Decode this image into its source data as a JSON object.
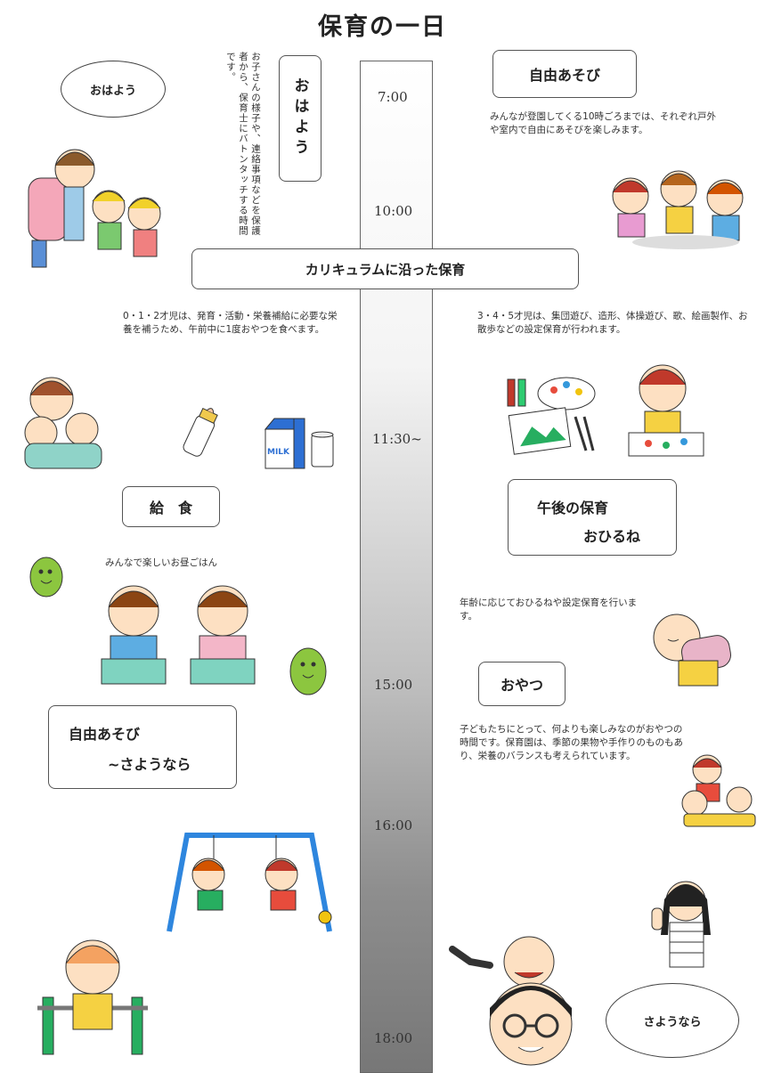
{
  "title": "保育の一日",
  "times": [
    "7:00",
    "10:00",
    "11:30~",
    "15:00",
    "16:00",
    "18:00"
  ],
  "greeting_bubble": "おはよう",
  "ohayou_box": "おはよう",
  "ohayou_note": "お子さんの様子や、連絡事項などを保護者から、保育士にバトンタッチする時間です。",
  "free_play_box": "自由あそび",
  "free_play_note": "みんなが登園してくる10時ごろまでは、それぞれ戸外や室内で自由にあそびを楽しみます。",
  "curriculum_box": "カリキュラムに沿った保育",
  "snack_note_left": "0・1・2才児は、発育・活動・栄養補給に必要な栄養を補うため、午前中に1度おやつを食べます。",
  "activity_note_right": "3・4・5才児は、集団遊び、造形、体操遊び、歌、絵画製作、お散歩などの設定保育が行われます。",
  "lunch_box": "給　食",
  "lunch_note": "みんなで楽しいお昼ごはん",
  "afternoon_box_line1": "午後の保育",
  "afternoon_box_line2": "おひるね",
  "nap_note": "年齢に応じておひるねや設定保育を行います。",
  "oyatsu_box": "おやつ",
  "oyatsu_note": "子どもたちにとって、何よりも楽しみなのがおやつの時間です。保育園は、季節の果物や手作りのものもあり、栄養のバランスも考えられています。",
  "evening_box_line1": "自由あそび",
  "evening_box_line2": "~さようなら",
  "goodbye_bubble": "さようなら",
  "milk_carton_label": "MILK"
}
